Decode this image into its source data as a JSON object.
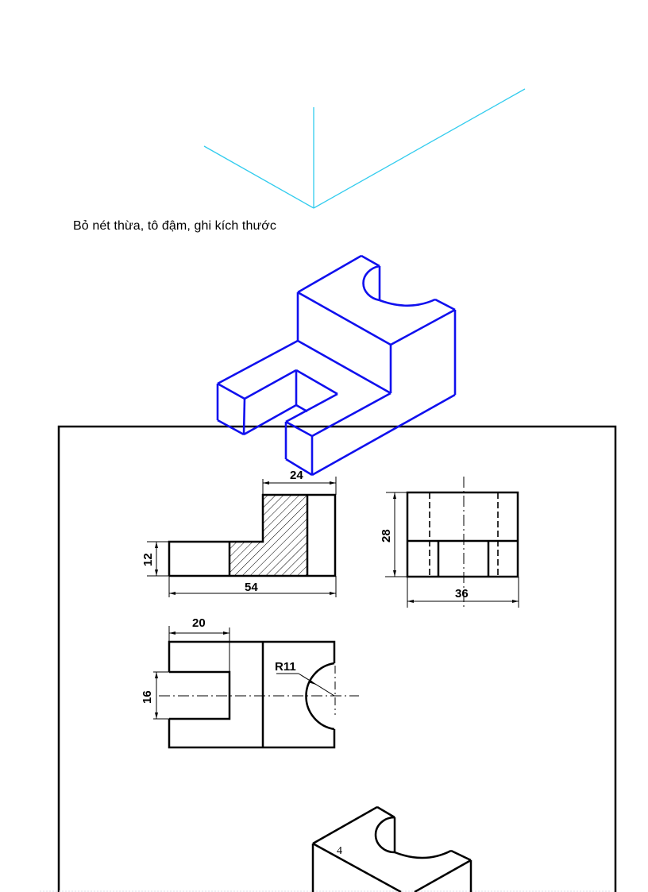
{
  "instruction": "Bỏ nét thừa, tô đậm, ghi kích thước",
  "colors": {
    "axis_lines": "#33ccee",
    "isometric_model": "#1010ee",
    "drawing_lines": "#000000"
  },
  "isometric_axes": {
    "description": "isometric axis guide lines"
  },
  "front_view": {
    "dimensions": {
      "top_width": "24",
      "overall_width": "54",
      "step_height": "12"
    }
  },
  "side_view": {
    "dimensions": {
      "height": "28",
      "width": "36"
    }
  },
  "top_view": {
    "dimensions": {
      "slot_length": "20",
      "slot_width": "16",
      "radius": "R11"
    }
  },
  "bottom_isometric": {
    "label": "4"
  }
}
